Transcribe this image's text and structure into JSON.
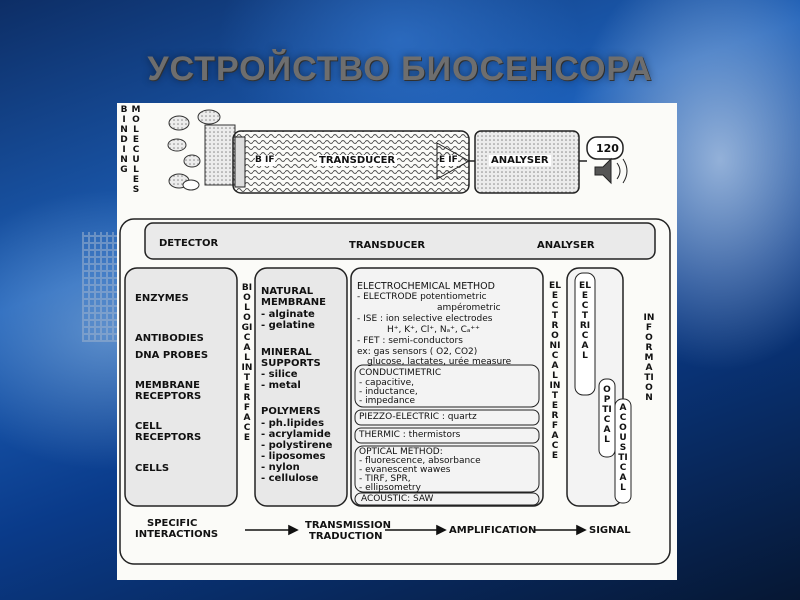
{
  "slide": {
    "title": "УСТРОЙСТВО БИОСЕНСОРА"
  },
  "top_diagram": {
    "binding_molecules_label": "BINDING MOLECULES",
    "bif": "B IF",
    "transducer": "TRANSDUCER",
    "eif": "E IF",
    "analyser": "ANALYSER",
    "display_value": "120"
  },
  "header_row": {
    "detector": "DETECTOR",
    "transducer": "TRANSDUCER",
    "analyser": "ANALYSER"
  },
  "receptors": {
    "items": [
      "ENZYMES",
      "ANTIBODIES",
      "DNA PROBES",
      "MEMBRANE RECEPTORS",
      "CELL RECEPTORS",
      "CELLS"
    ]
  },
  "biological_interface": "BIOLOGICAL INTERFACE",
  "supports": {
    "natural_title": "NATURAL MEMBRANE",
    "natural_items": [
      "- alginate",
      "- gelatine"
    ],
    "mineral_title": "MINERAL SUPPORTS",
    "mineral_items": [
      "- silice",
      "- metal"
    ],
    "polymers_title": "POLYMERS",
    "polymers_items": [
      "- ph.lipides",
      "- acrylamide",
      "- polystirene",
      "- liposomes",
      "- nylon",
      "- cellulose"
    ]
  },
  "methods": {
    "electrochemical": [
      "ELECTROCHEMICAL METHOD",
      "- ELECTRODE potentiometric",
      "ampérometric",
      "- ISE : ion selective electrodes",
      "H⁺, K⁺, Cl⁺, Nₐ⁺, Cₐ⁺⁺",
      "- FET : semi-conductors",
      "ex: gas sensors ( O2, CO2)",
      "glucose, lactates, urée measure"
    ],
    "conductimetric": [
      "CONDUCTIMETRIC",
      "- capacitive,",
      "- inductance,",
      "- impedance"
    ],
    "piezo": "PIEZZO-ELECTRIC : quartz",
    "thermic": "THERMIC : thermistors",
    "optical": [
      "OPTICAL METHOD:",
      "- fluorescence, absorbance",
      "- evanescent wawes",
      "- TIRF, SPR,",
      "- ellipsometry"
    ],
    "acoustic": "ACOUSTIC: SAW"
  },
  "electronical_interface": "ELECTRONICAL INTERFACE",
  "outputs": {
    "electrical": "ELECTRICAL",
    "optical": "OPTICAL",
    "acoustical": "ACOUSTICAL",
    "information": "INFORMATION"
  },
  "flow": {
    "specific_1": "SPECIFIC",
    "specific_2": "INTERACTIONS",
    "transmission_1": "TRANSMISSION",
    "transmission_2": "TRADUCTION",
    "amplification": "AMPLIFICATION",
    "signal": "SIGNAL"
  }
}
